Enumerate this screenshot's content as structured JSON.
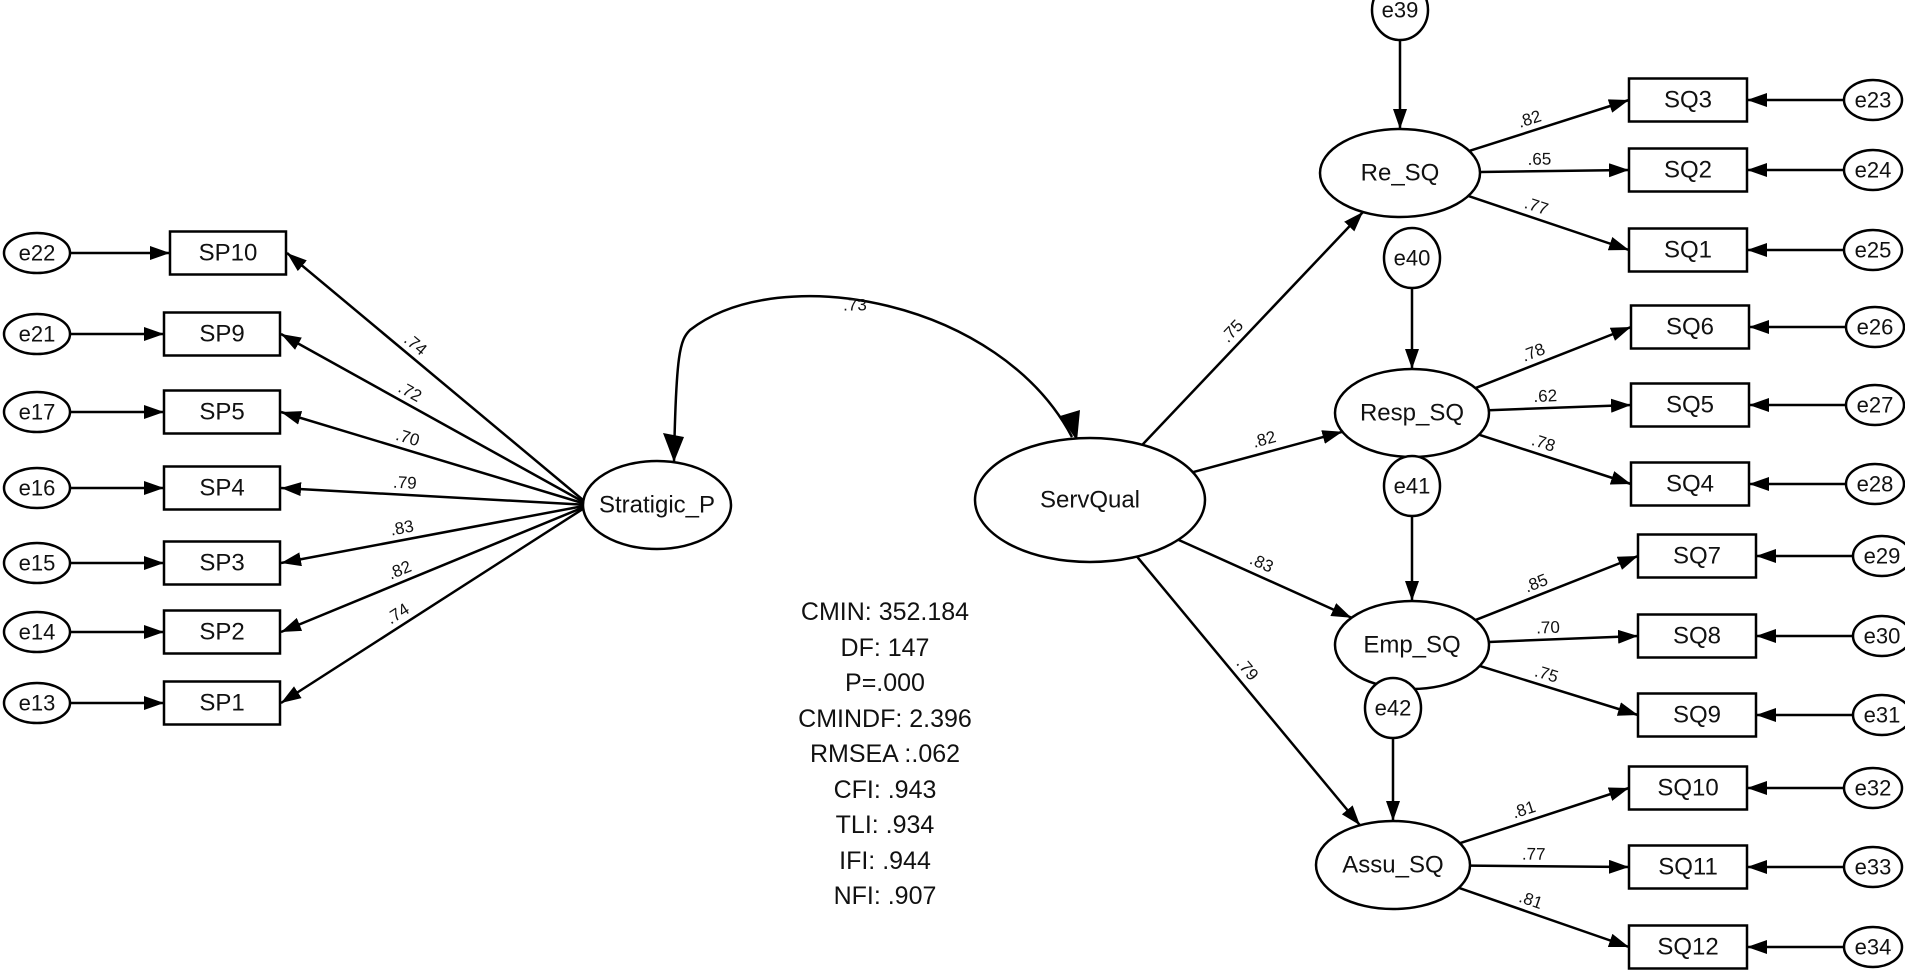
{
  "diagram": {
    "type": "structural-equation-model",
    "latent_variables": {
      "strategic": "Stratigic_P",
      "servqual": "ServQual",
      "re_sq": "Re_SQ",
      "resp_sq": "Resp_SQ",
      "emp_sq": "Emp_SQ",
      "assu_sq": "Assu_SQ"
    },
    "correlation": {
      "from": "Stratigic_P",
      "to": "ServQual",
      "value": ".73"
    },
    "strategic_indicators": [
      {
        "name": "SP10",
        "error": "e22",
        "loading": ".74"
      },
      {
        "name": "SP9",
        "error": "e21",
        "loading": ".72"
      },
      {
        "name": "SP5",
        "error": "e17",
        "loading": ".70"
      },
      {
        "name": "SP4",
        "error": "e16",
        "loading": ".79"
      },
      {
        "name": "SP3",
        "error": "e15",
        "loading": ".83"
      },
      {
        "name": "SP2",
        "error": "e14",
        "loading": ".82"
      },
      {
        "name": "SP1",
        "error": "e13",
        "loading": ".74"
      }
    ],
    "second_order_paths": [
      {
        "to": "Re_SQ",
        "value": ".75",
        "disturbance": "e39"
      },
      {
        "to": "Resp_SQ",
        "value": ".82",
        "disturbance": "e40"
      },
      {
        "to": "Emp_SQ",
        "value": ".83",
        "disturbance": "e41"
      },
      {
        "to": "Assu_SQ",
        "value": ".79",
        "disturbance": "e42"
      }
    ],
    "re_sq_indicators": [
      {
        "name": "SQ3",
        "error": "e23",
        "loading": ".82"
      },
      {
        "name": "SQ2",
        "error": "e24",
        "loading": ".65"
      },
      {
        "name": "SQ1",
        "error": "e25",
        "loading": ".77"
      }
    ],
    "resp_sq_indicators": [
      {
        "name": "SQ6",
        "error": "e26",
        "loading": ".78"
      },
      {
        "name": "SQ5",
        "error": "e27",
        "loading": ".62"
      },
      {
        "name": "SQ4",
        "error": "e28",
        "loading": ".78"
      }
    ],
    "emp_sq_indicators": [
      {
        "name": "SQ7",
        "error": "e29",
        "loading": ".85"
      },
      {
        "name": "SQ8",
        "error": "e30",
        "loading": ".70"
      },
      {
        "name": "SQ9",
        "error": "e31",
        "loading": ".75"
      }
    ],
    "assu_sq_indicators": [
      {
        "name": "SQ10",
        "error": "e32",
        "loading": ".81"
      },
      {
        "name": "SQ11",
        "error": "e33",
        "loading": ".77"
      },
      {
        "name": "SQ12",
        "error": "e34",
        "loading": ".81"
      }
    ]
  },
  "fit_indices": [
    "CMIN: 352.184",
    "DF: 147",
    "P=.000",
    "CMINDF: 2.396",
    "RMSEA :.062",
    "CFI: .943",
    "TLI: .934",
    "IFI: .944",
    "NFI: .907"
  ]
}
